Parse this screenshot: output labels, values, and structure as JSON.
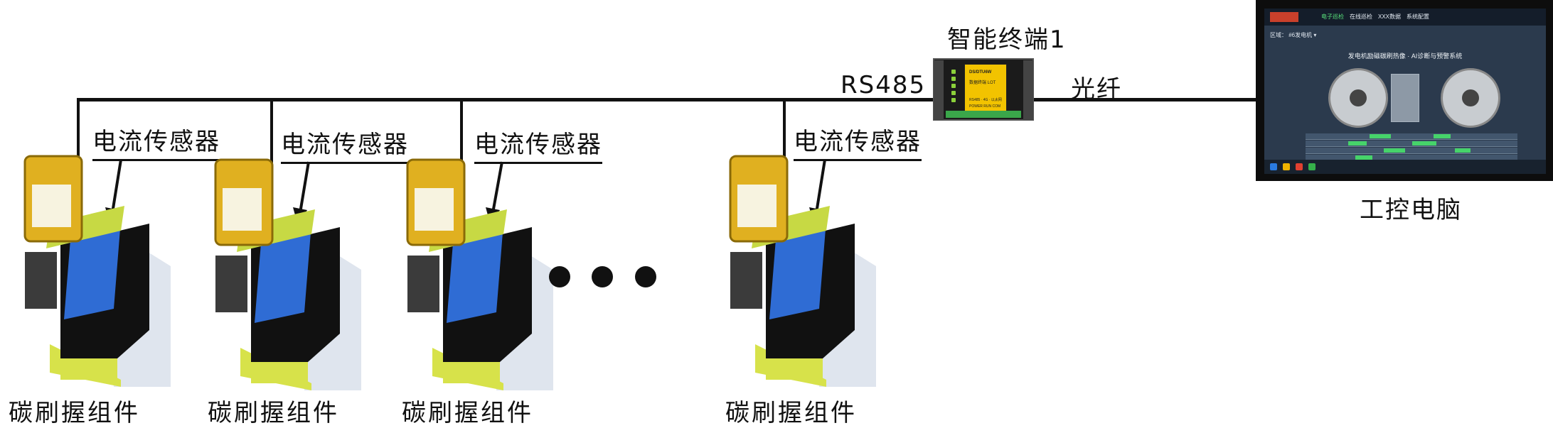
{
  "labels": {
    "sensor": "电流传感器",
    "assembly": "碳刷握组件",
    "rs485": "RS485",
    "terminal": "智能终端1",
    "fiber": "光纤",
    "computer": "工控电脑"
  },
  "terminal_device": {
    "brand": "DS/DTU6W",
    "name": "数据终端 LOT",
    "line3": "RS485 · 4G · 以太网",
    "line4": "POWER  RUN  COM"
  },
  "screen": {
    "tabs": [
      "电子巡检",
      "在线巡检",
      "XXX数据",
      "系统配置"
    ],
    "active_tab": 0,
    "region": "区域：  #6发电机 ▾",
    "system_title": "发电机励磁碳刷热像 · AI诊断与预警系统"
  },
  "colors": {
    "line": "#111111",
    "assembly_yellow": "#e0b020",
    "grip_blue": "#2f6cd4",
    "block_black": "#111111",
    "base_green": "#d7e24a",
    "terminal_face": "#f2c300",
    "screen_bg": "#2b3a4d"
  }
}
